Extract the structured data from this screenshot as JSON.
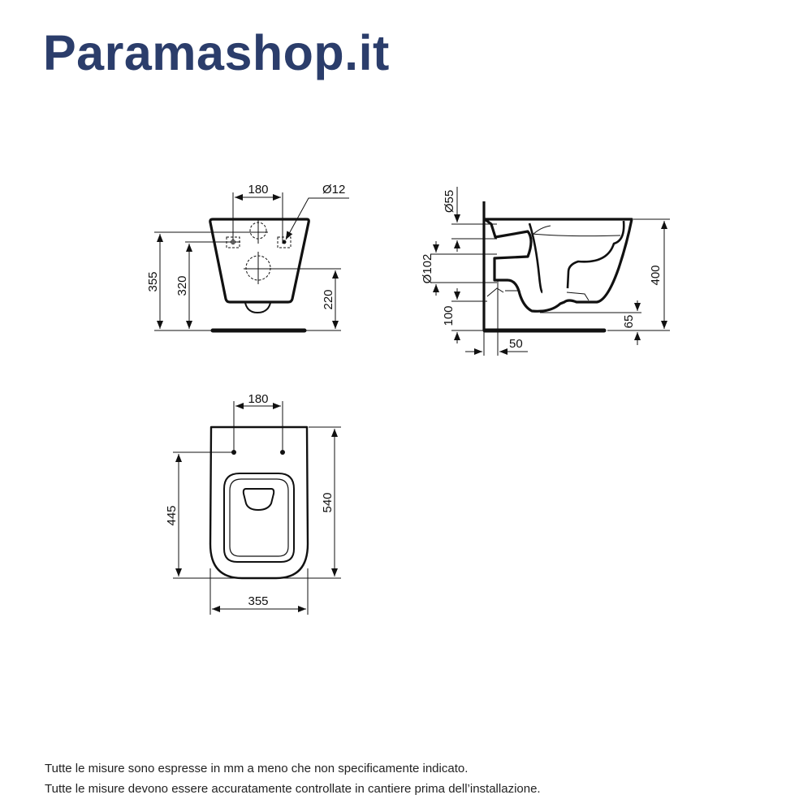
{
  "brand": {
    "logo": "Paramashop.it",
    "color": "#2b3d6b"
  },
  "front_view": {
    "bolt_spacing": "180",
    "bolt_diameter": "Ø12",
    "height_top": "355",
    "height_bolts": "320",
    "height_outlet": "220"
  },
  "side_view": {
    "inlet_diameter": "Ø55",
    "outlet_diameter": "Ø102",
    "outlet_height": "100",
    "total_height": "400",
    "bottom_clearance": "65",
    "wall_offset": "50"
  },
  "top_view": {
    "bolt_spacing": "180",
    "bolt_to_front": "445",
    "length": "540",
    "width": "355"
  },
  "notes": [
    "Tutte le misure sono espresse in mm a meno che non specificamente indicato.",
    "Tutte le misure devono essere accuratamente controllate in cantiere prima dell’installazione."
  ]
}
